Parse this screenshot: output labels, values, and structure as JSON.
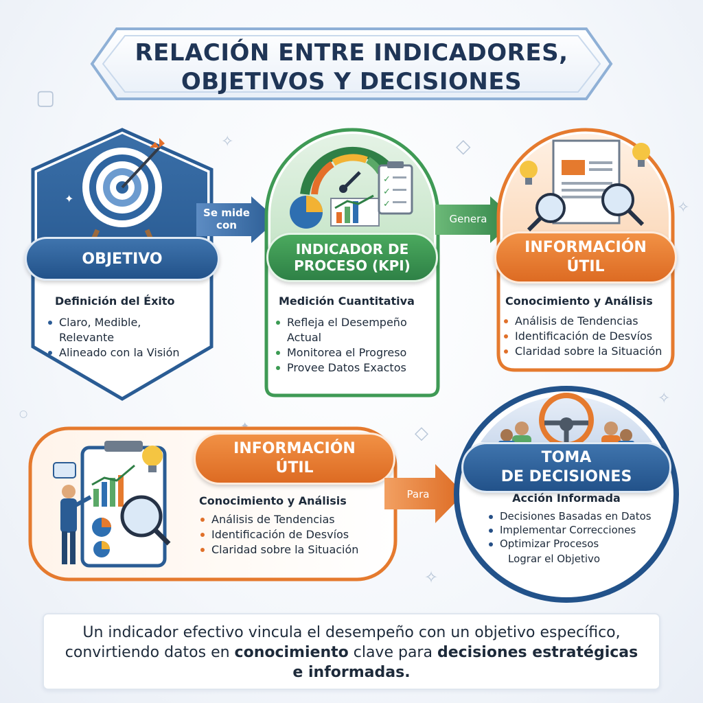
{
  "title": {
    "line1": "RELACIÓN ENTRE INDICADORES,",
    "line2": "OBJETIVOS Y DECISIONES"
  },
  "objetivo": {
    "pill": "OBJETIVO",
    "subtitle": "Definición del Éxito",
    "bullets": [
      "Claro, Medible, Relevante",
      "Alineado con la Visión"
    ],
    "icon": "target-icon"
  },
  "arrow1": {
    "line1": "Se mide",
    "line2": "con"
  },
  "kpi": {
    "pill_line1": "INDICADOR DE",
    "pill_line2": "PROCESO (KPI)",
    "subtitle": "Medición Cuantitativa",
    "bullets": [
      "Refleja el Desempeño Actual",
      "Monitorea el Progreso",
      "Provee Datos Exactos"
    ],
    "icon": "gauge-chart-icon"
  },
  "arrow2": {
    "label": "Genera"
  },
  "info_top": {
    "pill_line1": "INFORMACIÓN",
    "pill_line2": "ÚTIL",
    "subtitle": "Conocimiento y Análisis",
    "bullets": [
      "Análisis de Tendencias",
      "Identificación de Desvíos",
      "Claridad sobre la Situación"
    ],
    "icon": "document-magnifier-icon"
  },
  "info_bottom": {
    "pill_line1": "INFORMACIÓN",
    "pill_line2": "ÚTIL",
    "subtitle": "Conocimiento y Análisis",
    "bullets": [
      "Análisis de Tendencias",
      "Identificación de Desvíos",
      "Claridad sobre la Situación"
    ],
    "icon": "presenter-report-icon"
  },
  "arrow3": {
    "label": "Para"
  },
  "decisiones": {
    "pill_line1": "TOMA",
    "pill_line2": "DE DECISIONES",
    "subtitle": "Acción Informada",
    "bullets": [
      "Decisiones Basadas en Datos",
      "Implementar Correcciones",
      "Optimizar Procesos"
    ],
    "last_line": "Lograr el Objetivo",
    "icon": "steering-wheel-team-icon"
  },
  "footer": {
    "p1": "Un indicador efectivo vincula el desempeño con un objetivo específico,",
    "p2a": "convirtiendo datos en ",
    "p2b": "conocimiento",
    "p2c": " clave para ",
    "p2d": "decisiones estratégicas",
    "p3": "e informadas."
  },
  "colors": {
    "blue": "#22528a",
    "green": "#2e8146",
    "orange": "#dd6b23",
    "navy": "#1f3556"
  }
}
